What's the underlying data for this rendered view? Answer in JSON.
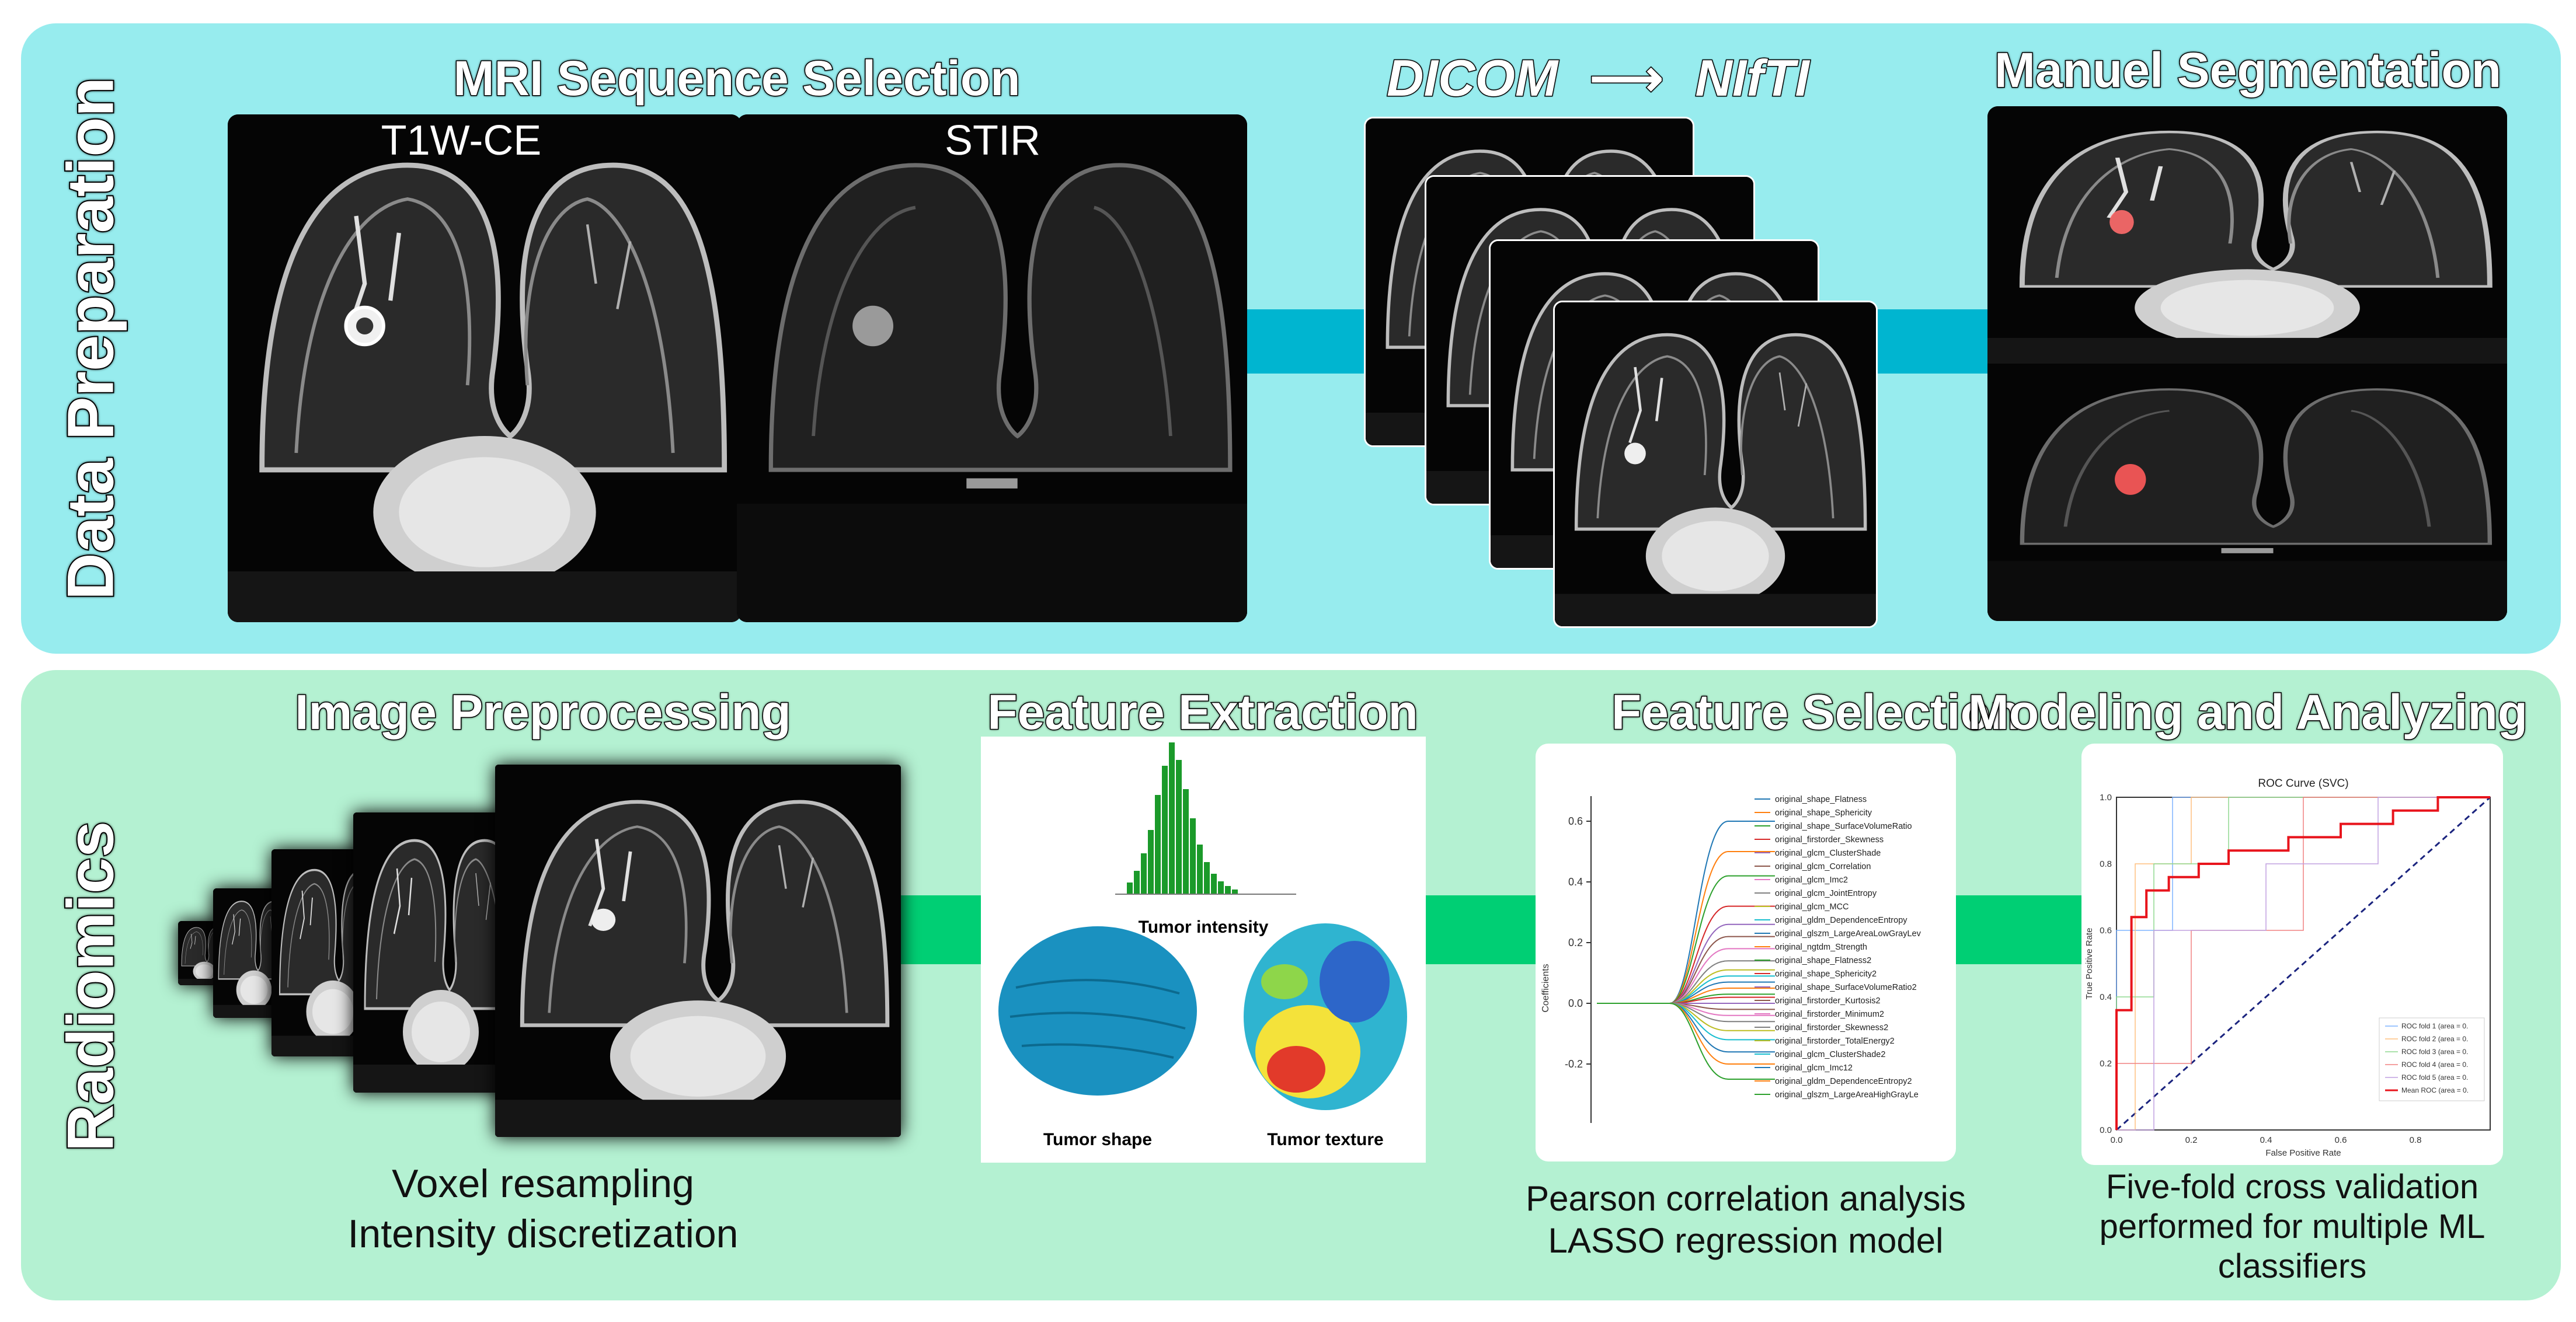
{
  "data_preparation": {
    "label": "Data Preparation",
    "sequence_selection": {
      "title": "MRI Sequence Selection",
      "t1_label": "T1W-CE",
      "stir_label": "STIR"
    },
    "conversion": {
      "from": "DICOM",
      "arrow": "⟶",
      "to": "NIfTI"
    },
    "segmentation": {
      "title": "Manuel Segmentation"
    }
  },
  "radiomics": {
    "label": "Radiomics",
    "preprocessing": {
      "title": "Image Preprocessing",
      "line1": "Voxel resampling",
      "line2": "Intensity discretization"
    },
    "extraction": {
      "title": "Feature Extraction",
      "intensity": "Tumor intensity",
      "shape": "Tumor shape",
      "texture": "Tumor texture"
    },
    "selection": {
      "title": "Feature Selection",
      "ylabel": "Coefficients",
      "line1": "Pearson correlation analysis",
      "line2": "LASSO regression model",
      "legend": [
        "original_shape_Flatness",
        "original_shape_Sphericity",
        "original_shape_SurfaceVolumeRatio",
        "original_firstorder_Skewness",
        "original_glcm_ClusterShade",
        "original_glcm_Correlation",
        "original_glcm_Imc2",
        "original_glcm_JointEntropy",
        "original_glcm_MCC",
        "original_gldm_DependenceEntropy",
        "original_glszm_LargeAreaLowGrayLev",
        "original_ngtdm_Strength",
        "original_shape_Flatness2",
        "original_shape_Sphericity2",
        "original_shape_SurfaceVolumeRatio2",
        "original_firstorder_Kurtosis2",
        "original_firstorder_Minimum2",
        "original_firstorder_Skewness2",
        "original_firstorder_TotalEnergy2",
        "original_glcm_ClusterShade2",
        "original_glcm_Imc12",
        "original_gldm_DependenceEntropy2",
        "original_glszm_LargeAreaHighGrayLe"
      ],
      "yticks": [
        "0.6",
        "0.4",
        "0.2",
        "0.0",
        "-0.2"
      ]
    },
    "modeling": {
      "title": "Modeling and Analyzing",
      "chart_title": "ROC Curve (SVC)",
      "xlabel": "False Positive Rate",
      "ylabel": "True Positive Rate",
      "xticks": [
        "0.0",
        "0.2",
        "0.4",
        "0.6",
        "0.8"
      ],
      "yticks": [
        "1.0",
        "0.8",
        "0.6",
        "0.4",
        "0.2",
        "0.0"
      ],
      "legend": [
        "ROC fold 1 (area = 0.",
        "ROC fold 2 (area = 0.",
        "ROC fold 3 (area = 0.",
        "ROC fold 4 (area = 0.",
        "ROC fold 5 (area = 0.",
        "Mean ROC (area = 0."
      ],
      "line1": "Five-fold cross validation",
      "line2": "performed for multiple ML",
      "line3": "classifiers"
    }
  },
  "colors": {
    "top_panel": "#97ecee",
    "bottom_panel": "#b4f1d2",
    "pipe_top": "#00b5d0",
    "pipe_bottom": "#00cf74",
    "mean_roc": "#e8141c"
  }
}
